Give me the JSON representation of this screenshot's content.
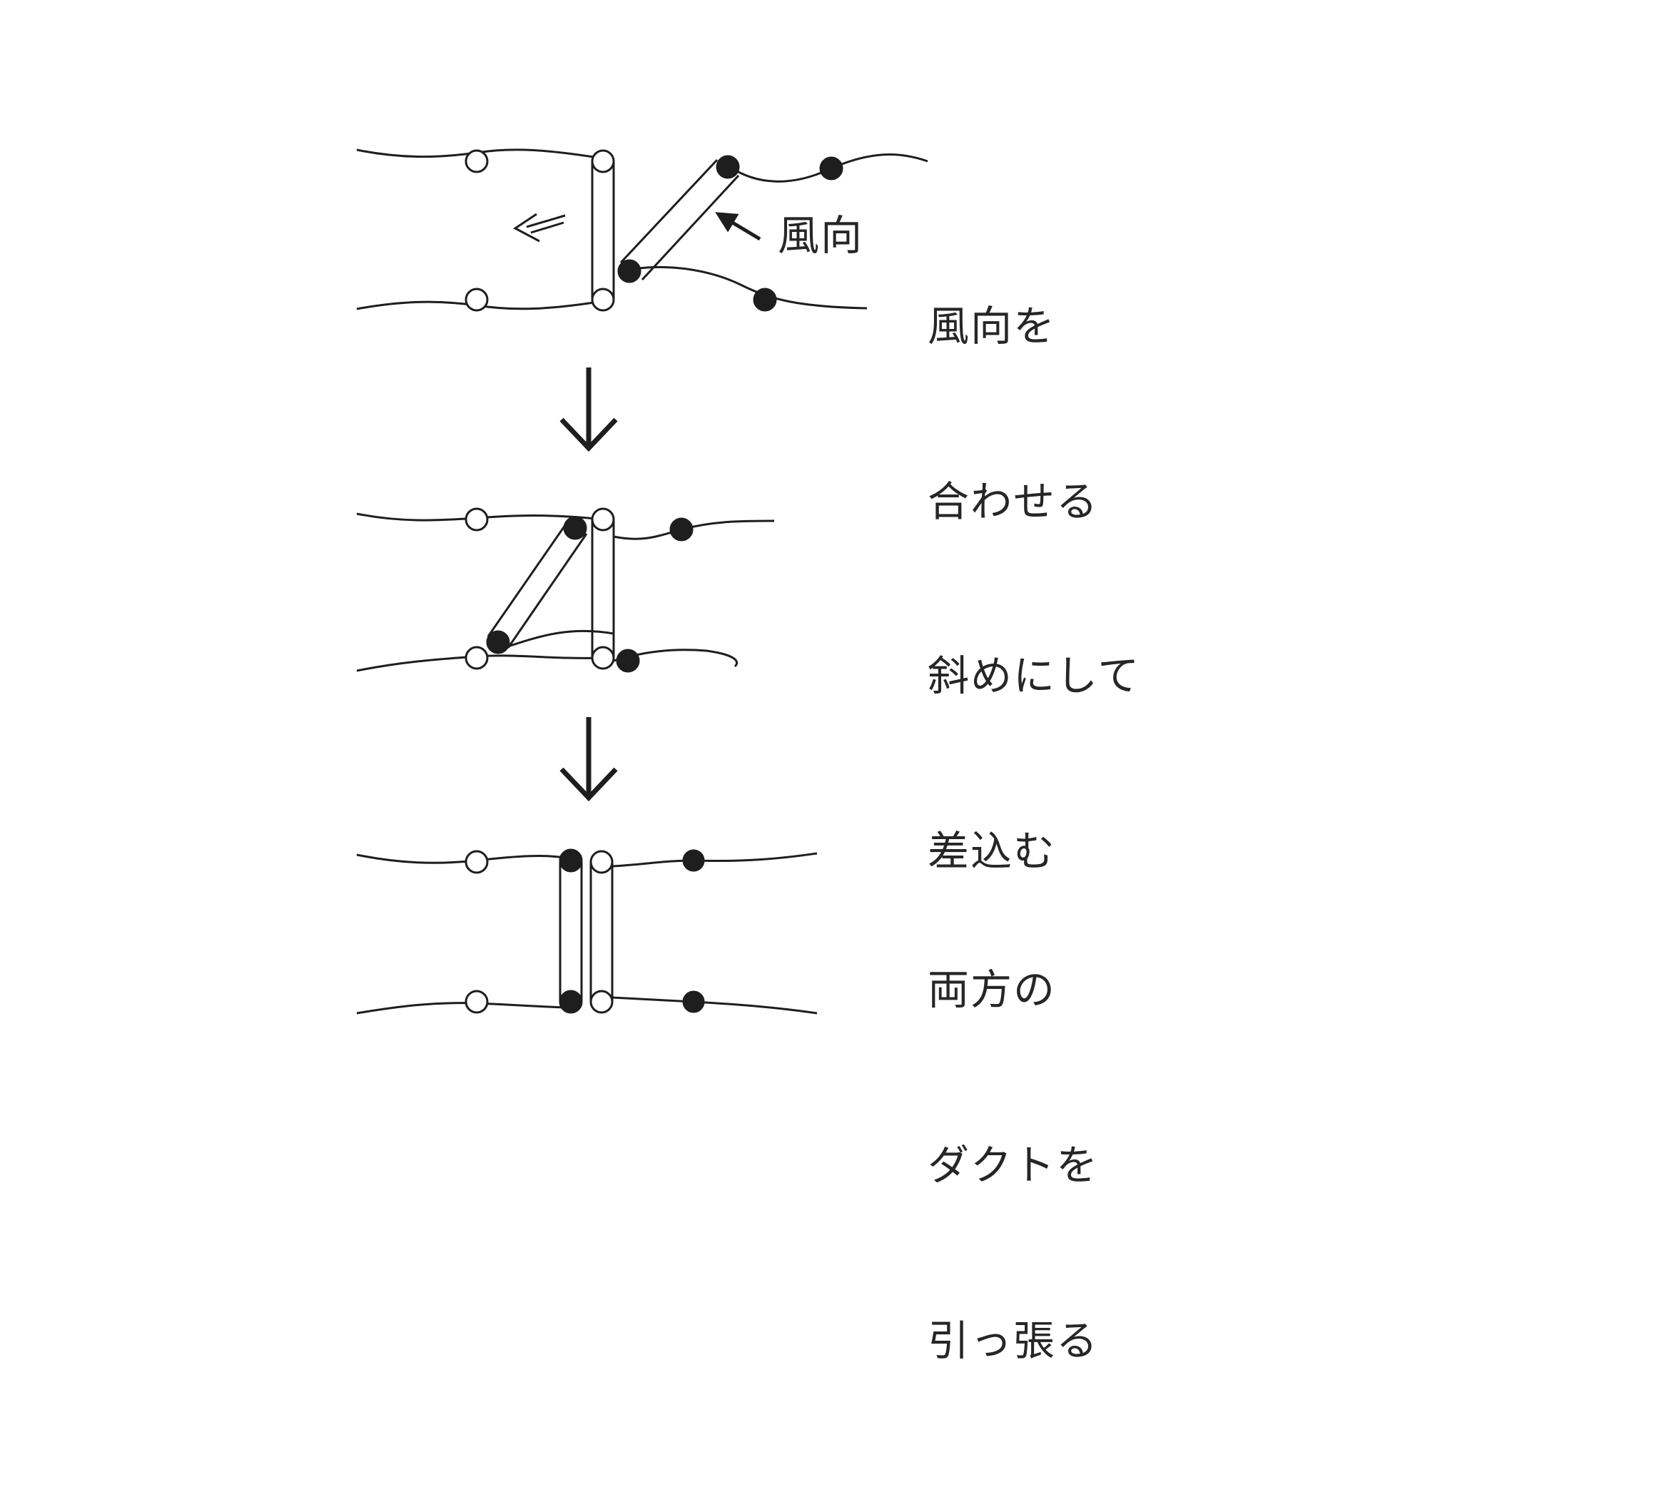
{
  "steps": [
    {
      "label_line1": "風向を",
      "label_line2": "合わせる"
    },
    {
      "label_line1": "斜めにして",
      "label_line2": "差込む"
    },
    {
      "label_line1": "両方の",
      "label_line2": "ダクトを",
      "label_line3": "引っ張る"
    }
  ],
  "wind_label": "風向",
  "icons": {
    "wind_direction": "arrow-up-left-icon",
    "airflow": "hollow-arrow-left-icon",
    "step_transition": "arrow-down-icon"
  },
  "colors": {
    "ink": "#1e1e1e",
    "text": "#262626",
    "background": "#ffffff"
  }
}
